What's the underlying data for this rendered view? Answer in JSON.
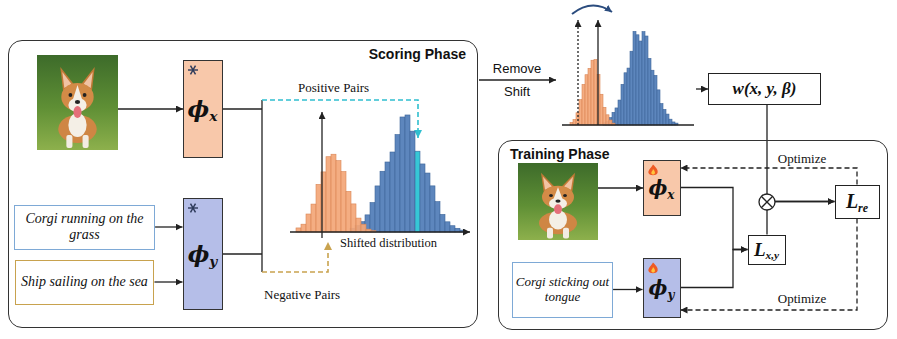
{
  "diagram": {
    "nodes": [
      {
        "text": [
          "Scoring Phase"
        ]
      },
      {
        "text": [
          "ϕx"
        ],
        "in": 0
      },
      {
        "text": [
          "ϕy"
        ],
        "in": 0
      },
      {
        "text": [
          "Corgi running on the grass"
        ],
        "in": 0
      },
      {
        "text": [
          "Ship sailing on the sea"
        ],
        "in": 0
      },
      {
        "text": [
          "w(x, y, β)"
        ]
      },
      {
        "text": [
          "Training Phase"
        ]
      },
      {
        "text": [
          "ϕx"
        ],
        "in": 6
      },
      {
        "text": [
          "ϕy"
        ],
        "in": 6
      },
      {
        "text": [
          "Corgi sticking out tongue"
        ],
        "in": 6
      },
      {
        "text": [
          "Lx,y"
        ],
        "in": 6
      },
      {
        "text": [
          "Lre"
        ],
        "in": 6
      }
    ],
    "edges": [
      {
        "from": 3,
        "to": 2,
        "arrow": "to"
      },
      {
        "from": 4,
        "to": 2,
        "arrow": "to"
      },
      {
        "from": 9,
        "to": 8,
        "arrow": "to"
      },
      {
        "from": 7,
        "to": 10,
        "arrow": "to"
      },
      {
        "from": 8,
        "to": 10,
        "arrow": "to"
      },
      {
        "from": 5,
        "to": 11,
        "arrow": "to"
      },
      {
        "from": 10,
        "to": 11,
        "arrow": "to"
      },
      {
        "from": 11,
        "to": 7,
        "arrow": "to",
        "label": "Optimize"
      },
      {
        "from": 11,
        "to": 8,
        "arrow": "to",
        "label": "Optimize"
      }
    ],
    "labels": [
      "Positive Pairs",
      "Negative Pairs",
      "Shifted distribution",
      "Remove Shift"
    ]
  }
}
